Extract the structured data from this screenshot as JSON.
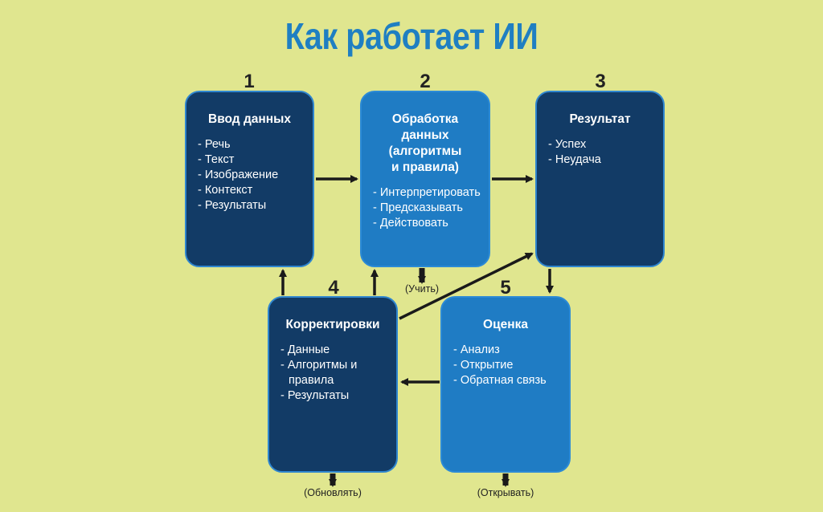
{
  "title": "Как работает ИИ",
  "steps": [
    {
      "number": "1",
      "title": "Ввод данных",
      "items": [
        "- Речь",
        "- Текст",
        "- Изображение",
        "- Контекст",
        "- Результаты"
      ]
    },
    {
      "number": "2",
      "title_lines": [
        "Обработка данных",
        "(алгоритмы",
        "и правила)"
      ],
      "items": [
        "- Интерпретировать",
        "- Предсказывать",
        "- Действовать"
      ]
    },
    {
      "number": "3",
      "title": "Результат",
      "items": [
        "- Успех",
        "- Неудача"
      ]
    },
    {
      "number": "4",
      "title": "Корректировки",
      "items": [
        "- Данные",
        "- Алгоритмы и",
        "правила",
        "- Результаты"
      ]
    },
    {
      "number": "5",
      "title": "Оценка",
      "items": [
        "- Анализ",
        "- Открытие",
        "- Обратная связь"
      ]
    }
  ],
  "captions": {
    "learn": "(Учить)",
    "update": "(Обновлять)",
    "discover": "(Открывать)"
  },
  "colors": {
    "background": "#e0e68f",
    "title": "#1f7fc2",
    "dark_box": "#123b66",
    "light_box": "#1f7cc4",
    "arrow": "#1a1a1a"
  }
}
